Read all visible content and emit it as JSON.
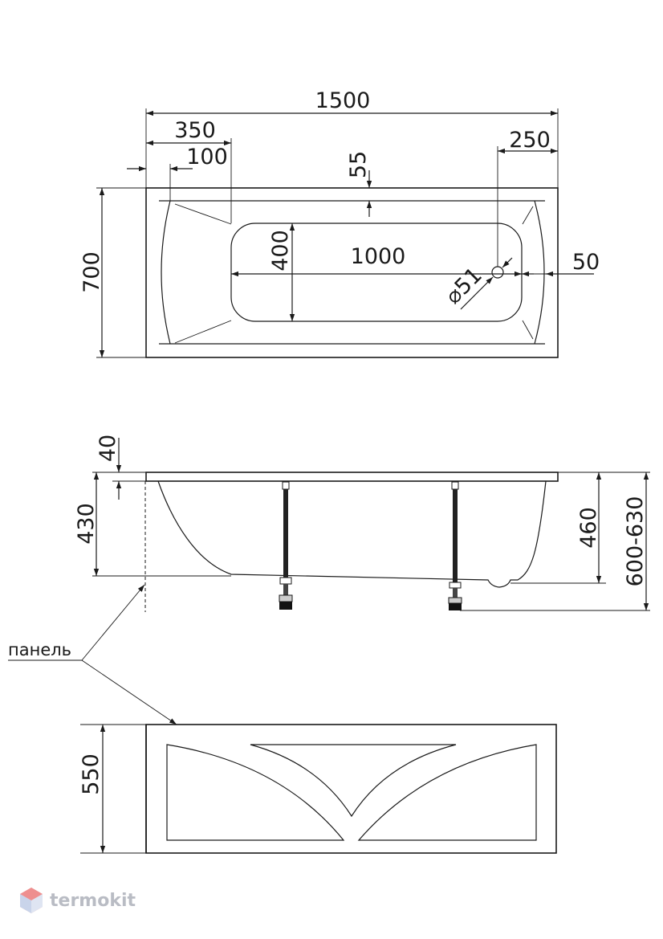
{
  "top_view": {
    "overall_length": "1500",
    "left_offset": "350",
    "rim_offset": "100",
    "drain_offset": "250",
    "rim_width": "55",
    "overall_width": "700",
    "bowl_width": "400",
    "bowl_length": "1000",
    "side_gap": "50",
    "drain_diameter": "⌀51"
  },
  "side_view": {
    "rim_height": "40",
    "bowl_depth": "430",
    "inner_depth": "460",
    "total_height": "600-630"
  },
  "panel_view": {
    "label": "панель",
    "panel_height": "550"
  },
  "watermark": {
    "brand": "termokit",
    "icon": "hexagon-logo-icon"
  }
}
